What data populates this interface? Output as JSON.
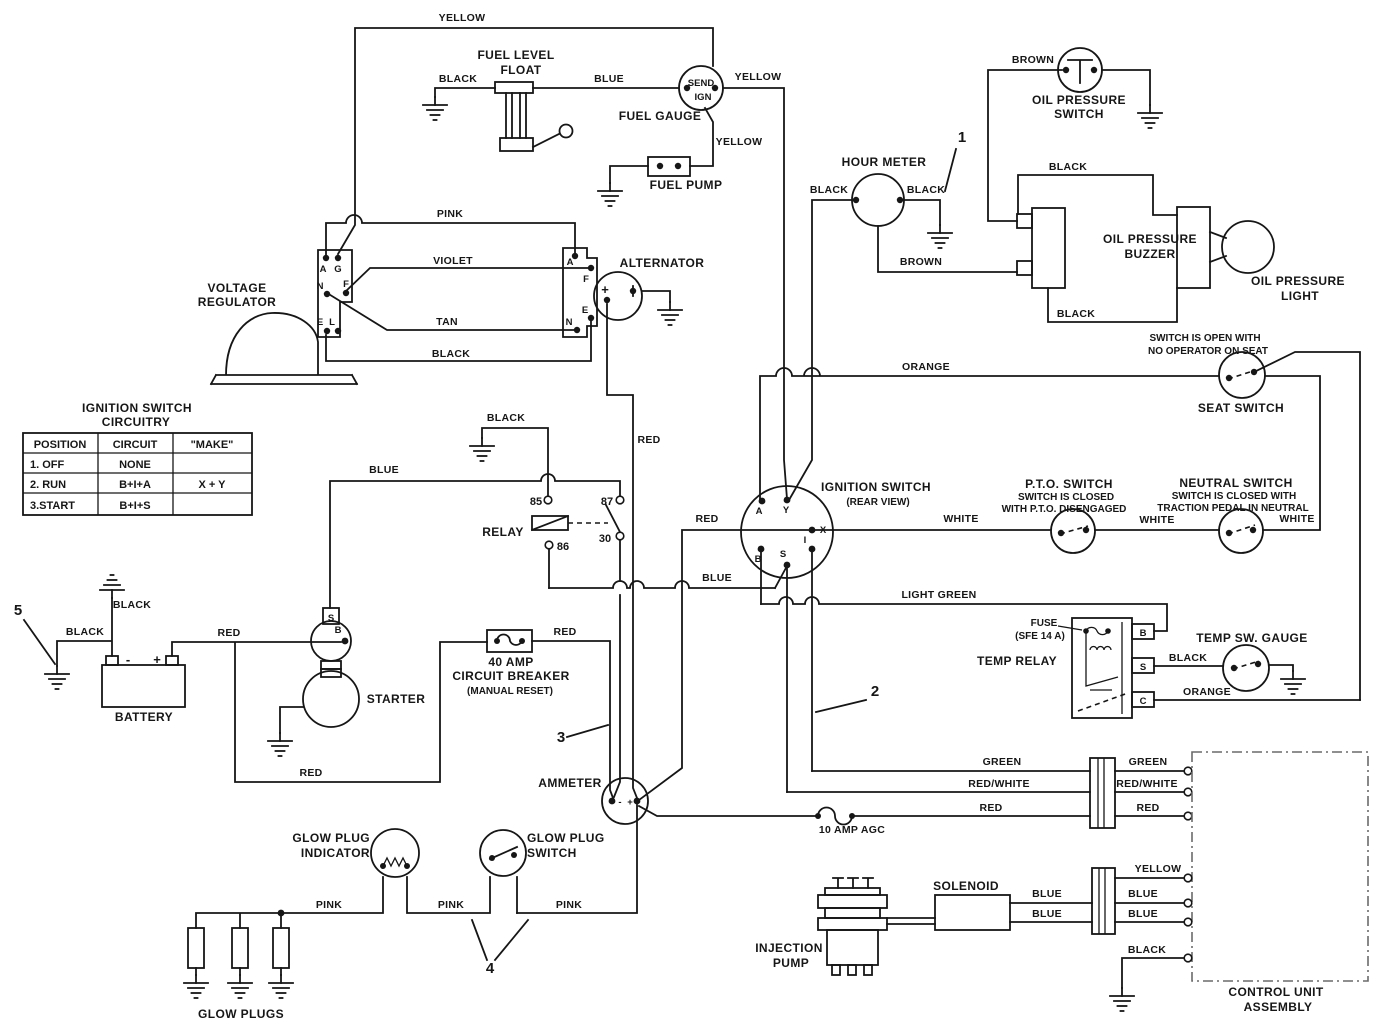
{
  "fuel": {
    "top_yellow": "YELLOW",
    "float_title": [
      "FUEL LEVEL",
      "FLOAT"
    ],
    "black": "BLACK",
    "blue": "BLUE",
    "send": "SEND",
    "ign": "IGN",
    "gauge_title": "FUEL GAUGE",
    "yellow_right": "YELLOW",
    "yellow_down": "YELLOW",
    "pump_title": "FUEL PUMP"
  },
  "regulator": {
    "title": [
      "VOLTAGE",
      "REGULATOR"
    ],
    "left_terms": [
      "A",
      "G",
      "N",
      "F",
      "E",
      "L"
    ],
    "right_terms": [
      "A",
      "F",
      "E",
      "N"
    ],
    "pink": "PINK",
    "violet": "VIOLET",
    "tan": "TAN",
    "black": "BLACK"
  },
  "alternator": {
    "title": "ALTERNATOR",
    "plus": "+",
    "red": "RED"
  },
  "oil": {
    "c1": "1",
    "brown_top": "BROWN",
    "switch_title": [
      "OIL PRESSURE",
      "SWITCH"
    ],
    "hour_title": "HOUR METER",
    "black_left": "BLACK",
    "black_right": "BLACK",
    "brown_low": "BROWN",
    "black_top": "BLACK",
    "buzzer_title": [
      "OIL PRESSURE",
      "BUZZER"
    ],
    "black_bottom": "BLACK",
    "light_title": [
      "OIL PRESSURE",
      "LIGHT"
    ]
  },
  "seat": {
    "note": [
      "SWITCH IS OPEN WITH",
      "NO OPERATOR ON SEAT"
    ],
    "orange": "ORANGE",
    "title": "SEAT SWITCH"
  },
  "ignition": {
    "title": "IGNITION SWITCH",
    "subtitle": "(REAR VIEW)",
    "terms": [
      "A",
      "Y",
      "X",
      "B",
      "S",
      "I"
    ],
    "red": "RED",
    "white": "WHITE",
    "blue": "BLUE",
    "light_green": "LIGHT GREEN"
  },
  "pto": {
    "title": "P.T.O. SWITCH",
    "note": [
      "SWITCH IS CLOSED",
      "WITH P.T.O. DISENGAGED"
    ],
    "white": "WHITE"
  },
  "neutral": {
    "title": "NEUTRAL SWITCH",
    "note": [
      "SWITCH IS CLOSED WITH",
      "TRACTION PEDAL IN NEUTRAL"
    ],
    "white": "WHITE"
  },
  "table": {
    "title": [
      "IGNITION SWITCH",
      "CIRCUITRY"
    ],
    "headers": [
      "POSITION",
      "CIRCUIT",
      "\"MAKE\""
    ],
    "rows": [
      [
        "1. OFF",
        "NONE",
        ""
      ],
      [
        "2. RUN",
        "B+I+A",
        "X + Y"
      ],
      [
        "3.START",
        "B+I+S",
        ""
      ]
    ]
  },
  "relay": {
    "title": "RELAY",
    "black": "BLACK",
    "blue": "BLUE",
    "t85": "85",
    "t87": "87",
    "t86": "86",
    "t30": "30"
  },
  "battery": {
    "c5": "5",
    "black_up": "BLACK",
    "black_left": "BLACK",
    "minus": "-",
    "plus": "+",
    "title": "BATTERY",
    "red": "RED",
    "red_low": "RED"
  },
  "starter": {
    "title": "STARTER",
    "s": "S",
    "b": "B"
  },
  "breaker": {
    "red": "RED",
    "l1": "40 AMP",
    "l2": "CIRCUIT BREAKER",
    "l3": "(MANUAL RESET)",
    "c3": "3"
  },
  "ammeter": {
    "title": "AMMETER",
    "minus": "-",
    "plus": "+"
  },
  "temp": {
    "c2": "2",
    "fuse_l1": "FUSE",
    "fuse_l2": "(SFE 14 A)",
    "relay_title": "TEMP RELAY",
    "terms": [
      "B",
      "S",
      "C"
    ],
    "gauge_title": "TEMP SW. GAUGE",
    "black": "BLACK",
    "orange": "ORANGE"
  },
  "harness": {
    "green_l": "GREEN",
    "green_r": "GREEN",
    "rw_l": "RED/WHITE",
    "rw_r": "RED/WHITE",
    "red_l": "RED",
    "red_r": "RED",
    "fuse": "10 AMP AGC",
    "yellow": "YELLOW",
    "blue_l1": "BLUE",
    "blue_l2": "BLUE",
    "blue_r1": "BLUE",
    "blue_r2": "BLUE",
    "black": "BLACK",
    "cu_title": [
      "CONTROL UNIT",
      "ASSEMBLY"
    ]
  },
  "glow": {
    "ind_title": [
      "GLOW PLUG",
      "INDICATOR"
    ],
    "sw_title": [
      "GLOW PLUG",
      "SWITCH"
    ],
    "pink1": "PINK",
    "pink2": "PINK",
    "pink3": "PINK",
    "c4": "4",
    "plugs_title": "GLOW PLUGS"
  },
  "pump": {
    "title": [
      "INJECTION",
      "PUMP"
    ],
    "solenoid": "SOLENOID"
  }
}
